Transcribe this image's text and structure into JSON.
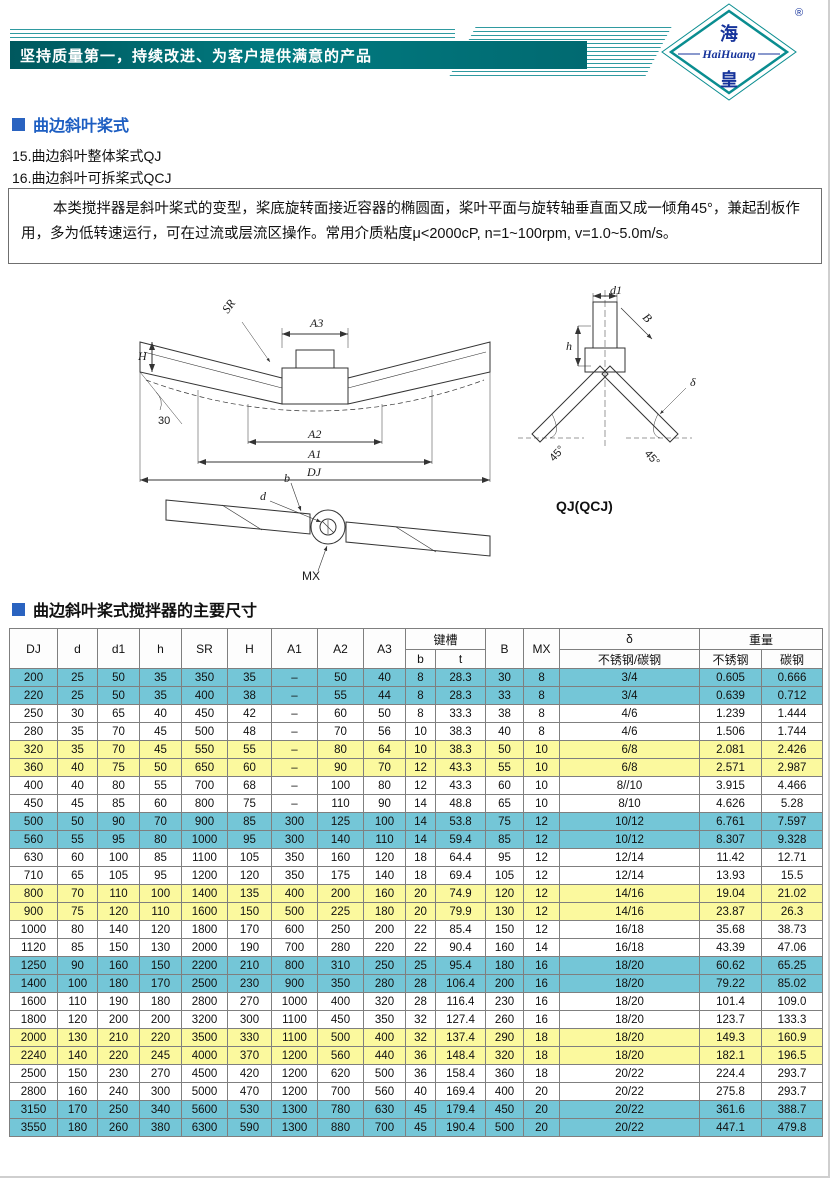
{
  "colors": {
    "banner_teal": "#017a80",
    "accent_blue": "#2a63c0",
    "row_cyan": "#74c6d7",
    "row_yellow": "#fbf99e"
  },
  "header": {
    "slogan": "坚持质量第一，持续改进、为客户提供满意的产品",
    "logo_cn_top": "海",
    "logo_cn_bottom": "皇",
    "logo_en": "HaiHuang",
    "logo_reg": "®"
  },
  "intro": {
    "section_title": "曲边斜叶桨式",
    "item15": "15.曲边斜叶整体桨式QJ",
    "item16": "16.曲边斜叶可拆桨式QCJ",
    "paragraph": "本类搅拌器是斜叶桨式的变型，桨底旋转面接近容器的椭圆面，桨叶平面与旋转轴垂直面又成一倾角45°，兼起刮板作用，多为低转速运行，可在过流或层流区操作。常用介质粘度μ<2000cP, n=1~100rpm, v=1.0~5.0m/s。"
  },
  "diagrams": {
    "front": {
      "sr": "SR",
      "a3": "A3",
      "h": "H",
      "deg30": "30",
      "a2": "A2",
      "a1": "A1",
      "dj": "DJ"
    },
    "side": {
      "d1": "d1",
      "b": "B",
      "h": "h",
      "delta": "δ",
      "angle45_left": "45°",
      "angle45_right": "45°",
      "caption": "QJ(QCJ)"
    },
    "top": {
      "b": "b",
      "d": "d",
      "mx": "MX"
    }
  },
  "table_section_title": "曲边斜叶桨式搅拌器的主要尺寸",
  "table": {
    "headers": {
      "dj": "DJ",
      "d": "d",
      "d1": "d1",
      "h": "h",
      "sr": "SR",
      "h_cap": "H",
      "a1": "A1",
      "a2": "A2",
      "a3": "A3",
      "keyway": "键槽",
      "keyway_b": "b",
      "keyway_t": "t",
      "b_cap": "B",
      "mx": "MX",
      "delta": "δ",
      "delta_sub": "不锈钢/碳钢",
      "weight": "重量",
      "weight_ss": "不锈钢",
      "weight_cs": "碳钢"
    },
    "rows": [
      {
        "color": "cyan",
        "cells": [
          "200",
          "25",
          "50",
          "35",
          "350",
          "35",
          "–",
          "50",
          "40",
          "8",
          "28.3",
          "30",
          "8",
          "3/4",
          "0.605",
          "0.666"
        ]
      },
      {
        "color": "cyan",
        "cells": [
          "220",
          "25",
          "50",
          "35",
          "400",
          "38",
          "–",
          "55",
          "44",
          "8",
          "28.3",
          "33",
          "8",
          "3/4",
          "0.639",
          "0.712"
        ]
      },
      {
        "color": "white",
        "cells": [
          "250",
          "30",
          "65",
          "40",
          "450",
          "42",
          "–",
          "60",
          "50",
          "8",
          "33.3",
          "38",
          "8",
          "4/6",
          "1.239",
          "1.444"
        ]
      },
      {
        "color": "white",
        "cells": [
          "280",
          "35",
          "70",
          "45",
          "500",
          "48",
          "–",
          "70",
          "56",
          "10",
          "38.3",
          "40",
          "8",
          "4/6",
          "1.506",
          "1.744"
        ]
      },
      {
        "color": "yellow",
        "cells": [
          "320",
          "35",
          "70",
          "45",
          "550",
          "55",
          "–",
          "80",
          "64",
          "10",
          "38.3",
          "50",
          "10",
          "6/8",
          "2.081",
          "2.426"
        ]
      },
      {
        "color": "yellow",
        "cells": [
          "360",
          "40",
          "75",
          "50",
          "650",
          "60",
          "–",
          "90",
          "70",
          "12",
          "43.3",
          "55",
          "10",
          "6/8",
          "2.571",
          "2.987"
        ]
      },
      {
        "color": "white",
        "cells": [
          "400",
          "40",
          "80",
          "55",
          "700",
          "68",
          "–",
          "100",
          "80",
          "12",
          "43.3",
          "60",
          "10",
          "8//10",
          "3.915",
          "4.466"
        ]
      },
      {
        "color": "white",
        "cells": [
          "450",
          "45",
          "85",
          "60",
          "800",
          "75",
          "–",
          "110",
          "90",
          "14",
          "48.8",
          "65",
          "10",
          "8/10",
          "4.626",
          "5.28"
        ]
      },
      {
        "color": "cyan",
        "cells": [
          "500",
          "50",
          "90",
          "70",
          "900",
          "85",
          "300",
          "125",
          "100",
          "14",
          "53.8",
          "75",
          "12",
          "10/12",
          "6.761",
          "7.597"
        ]
      },
      {
        "color": "cyan",
        "cells": [
          "560",
          "55",
          "95",
          "80",
          "1000",
          "95",
          "300",
          "140",
          "110",
          "14",
          "59.4",
          "85",
          "12",
          "10/12",
          "8.307",
          "9.328"
        ]
      },
      {
        "color": "white",
        "cells": [
          "630",
          "60",
          "100",
          "85",
          "1100",
          "105",
          "350",
          "160",
          "120",
          "18",
          "64.4",
          "95",
          "12",
          "12/14",
          "11.42",
          "12.71"
        ]
      },
      {
        "color": "white",
        "cells": [
          "710",
          "65",
          "105",
          "95",
          "1200",
          "120",
          "350",
          "175",
          "140",
          "18",
          "69.4",
          "105",
          "12",
          "12/14",
          "13.93",
          "15.5"
        ]
      },
      {
        "color": "yellow",
        "cells": [
          "800",
          "70",
          "110",
          "100",
          "1400",
          "135",
          "400",
          "200",
          "160",
          "20",
          "74.9",
          "120",
          "12",
          "14/16",
          "19.04",
          "21.02"
        ]
      },
      {
        "color": "yellow",
        "cells": [
          "900",
          "75",
          "120",
          "110",
          "1600",
          "150",
          "500",
          "225",
          "180",
          "20",
          "79.9",
          "130",
          "12",
          "14/16",
          "23.87",
          "26.3"
        ]
      },
      {
        "color": "white",
        "cells": [
          "1000",
          "80",
          "140",
          "120",
          "1800",
          "170",
          "600",
          "250",
          "200",
          "22",
          "85.4",
          "150",
          "12",
          "16/18",
          "35.68",
          "38.73"
        ]
      },
      {
        "color": "white",
        "cells": [
          "1120",
          "85",
          "150",
          "130",
          "2000",
          "190",
          "700",
          "280",
          "220",
          "22",
          "90.4",
          "160",
          "14",
          "16/18",
          "43.39",
          "47.06"
        ]
      },
      {
        "color": "cyan",
        "cells": [
          "1250",
          "90",
          "160",
          "150",
          "2200",
          "210",
          "800",
          "310",
          "250",
          "25",
          "95.4",
          "180",
          "16",
          "18/20",
          "60.62",
          "65.25"
        ]
      },
      {
        "color": "cyan",
        "cells": [
          "1400",
          "100",
          "180",
          "170",
          "2500",
          "230",
          "900",
          "350",
          "280",
          "28",
          "106.4",
          "200",
          "16",
          "18/20",
          "79.22",
          "85.02"
        ]
      },
      {
        "color": "white",
        "cells": [
          "1600",
          "110",
          "190",
          "180",
          "2800",
          "270",
          "1000",
          "400",
          "320",
          "28",
          "116.4",
          "230",
          "16",
          "18/20",
          "101.4",
          "109.0"
        ]
      },
      {
        "color": "white",
        "cells": [
          "1800",
          "120",
          "200",
          "200",
          "3200",
          "300",
          "1100",
          "450",
          "350",
          "32",
          "127.4",
          "260",
          "16",
          "18/20",
          "123.7",
          "133.3"
        ]
      },
      {
        "color": "yellow",
        "cells": [
          "2000",
          "130",
          "210",
          "220",
          "3500",
          "330",
          "1100",
          "500",
          "400",
          "32",
          "137.4",
          "290",
          "18",
          "18/20",
          "149.3",
          "160.9"
        ]
      },
      {
        "color": "yellow",
        "cells": [
          "2240",
          "140",
          "220",
          "245",
          "4000",
          "370",
          "1200",
          "560",
          "440",
          "36",
          "148.4",
          "320",
          "18",
          "18/20",
          "182.1",
          "196.5"
        ]
      },
      {
        "color": "white",
        "cells": [
          "2500",
          "150",
          "230",
          "270",
          "4500",
          "420",
          "1200",
          "620",
          "500",
          "36",
          "158.4",
          "360",
          "18",
          "20/22",
          "224.4",
          "293.7"
        ]
      },
      {
        "color": "white",
        "cells": [
          "2800",
          "160",
          "240",
          "300",
          "5000",
          "470",
          "1200",
          "700",
          "560",
          "40",
          "169.4",
          "400",
          "20",
          "20/22",
          "275.8",
          "293.7"
        ]
      },
      {
        "color": "cyan",
        "cells": [
          "3150",
          "170",
          "250",
          "340",
          "5600",
          "530",
          "1300",
          "780",
          "630",
          "45",
          "179.4",
          "450",
          "20",
          "20/22",
          "361.6",
          "388.7"
        ]
      },
      {
        "color": "cyan",
        "cells": [
          "3550",
          "180",
          "260",
          "380",
          "6300",
          "590",
          "1300",
          "880",
          "700",
          "45",
          "190.4",
          "500",
          "20",
          "20/22",
          "447.1",
          "479.8"
        ]
      }
    ]
  }
}
